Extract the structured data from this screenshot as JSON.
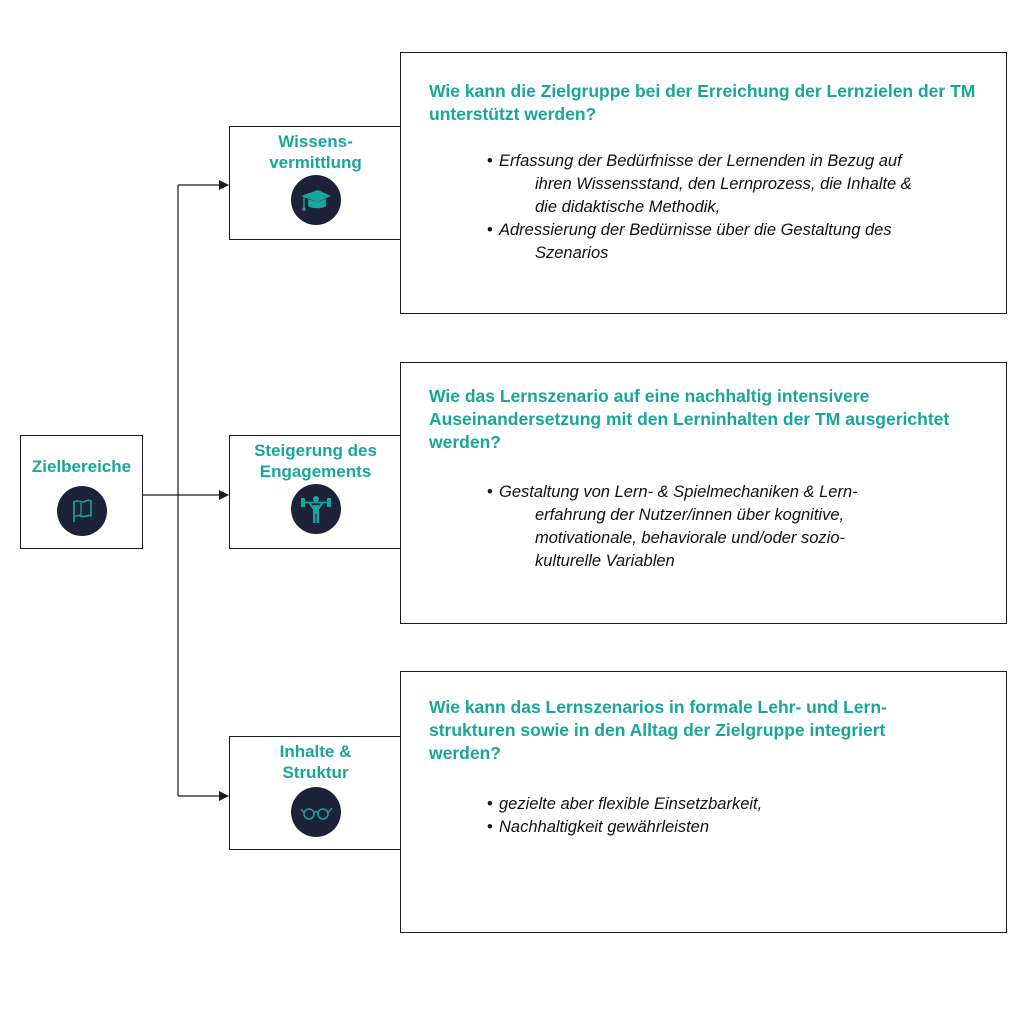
{
  "root": {
    "label": "Zielbereiche",
    "icon": "flag-icon"
  },
  "branches": [
    {
      "label": "Wissens-\nvermittlung",
      "icon": "graduation-cap-icon",
      "question": "Wie kann die Zielgruppe bei der Erreichung der Lernzielen der TM unterstützt werden?",
      "bullets": [
        {
          "first": "Erfassung der Bedürfnisse der Lernenden in Bezug auf",
          "rest": [
            "ihren Wissensstand, den Lernprozess, die Inhalte &",
            "die didaktische Methodik,"
          ]
        },
        {
          "first": "Adressierung der Bedürnisse über die Gestaltung des",
          "rest": [
            "Szenarios"
          ]
        }
      ]
    },
    {
      "label": "Steigerung des\nEngagements",
      "icon": "weightlifter-icon",
      "question": "Wie das Lernszenario auf eine nachhaltig intensivere Auseinandersetzung mit den Lerninhalten der TM ausgerichtet werden?",
      "bullets": [
        {
          "first": "Gestaltung von Lern- & Spielmechaniken & Lern-",
          "rest": [
            "erfahrung der Nutzer/innen über kognitive,",
            "motivationale, behaviorale und/oder sozio-",
            "kulturelle Variablen"
          ]
        }
      ]
    },
    {
      "label": "Inhalte &\nStruktur",
      "icon": "glasses-icon",
      "question": "Wie kann das Lernszenarios in formale Lehr- und Lern-strukturen sowie in den Alltag der Zielgruppe integriert werden?",
      "bullets": [
        {
          "first": "gezielte aber flexible Einsetzbarkeit,",
          "rest": []
        },
        {
          "first": "Nachhaltigkeit gewährleisten",
          "rest": []
        }
      ]
    }
  ],
  "colors": {
    "accent": "#1aa59a",
    "icon_bg": "#1d2238",
    "line": "#1a1a1a"
  }
}
